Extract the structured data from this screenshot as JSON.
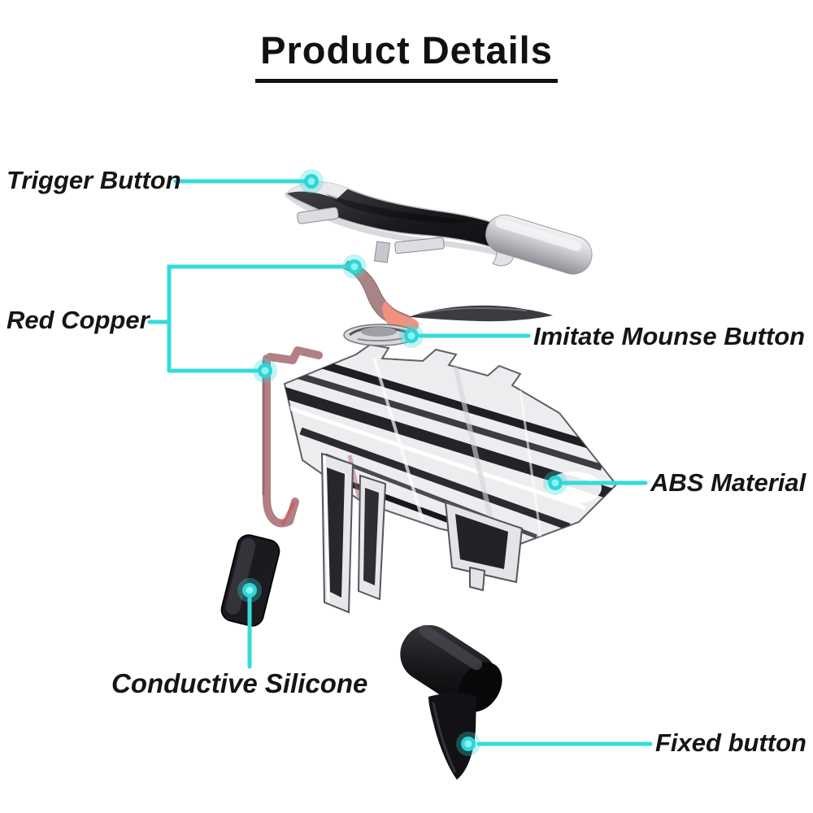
{
  "title": "Product Details",
  "labels": {
    "trigger_button": "Trigger Button",
    "red_copper": "Red Copper",
    "imitate_mounse_button": "Imitate Mounse Button",
    "abs_material": "ABS Material",
    "conductive_silicone": "Conductive Silicone",
    "fixed_button": "Fixed button"
  },
  "colors": {
    "background": "#ffffff",
    "text": "#151515",
    "callout_line": "#35dbdb",
    "callout_dot": "#2bd6d6",
    "copper": "#a98487",
    "copper_highlight": "#f2917f",
    "metal_silver": "#d9d9de",
    "metal_dark": "#1b1b1f",
    "abs_clear": "#ededf0",
    "silicone_black": "#1b1b1f"
  },
  "parts": [
    {
      "id": "trigger-button-part",
      "label_key": "trigger_button"
    },
    {
      "id": "red-copper-strip-part",
      "label_key": "red_copper"
    },
    {
      "id": "mouse-button-disc-part",
      "label_key": "imitate_mounse_button"
    },
    {
      "id": "abs-housing-part",
      "label_key": "abs_material"
    },
    {
      "id": "conductive-silicone-part",
      "label_key": "conductive_silicone"
    },
    {
      "id": "fixed-button-part",
      "label_key": "fixed_button"
    }
  ]
}
